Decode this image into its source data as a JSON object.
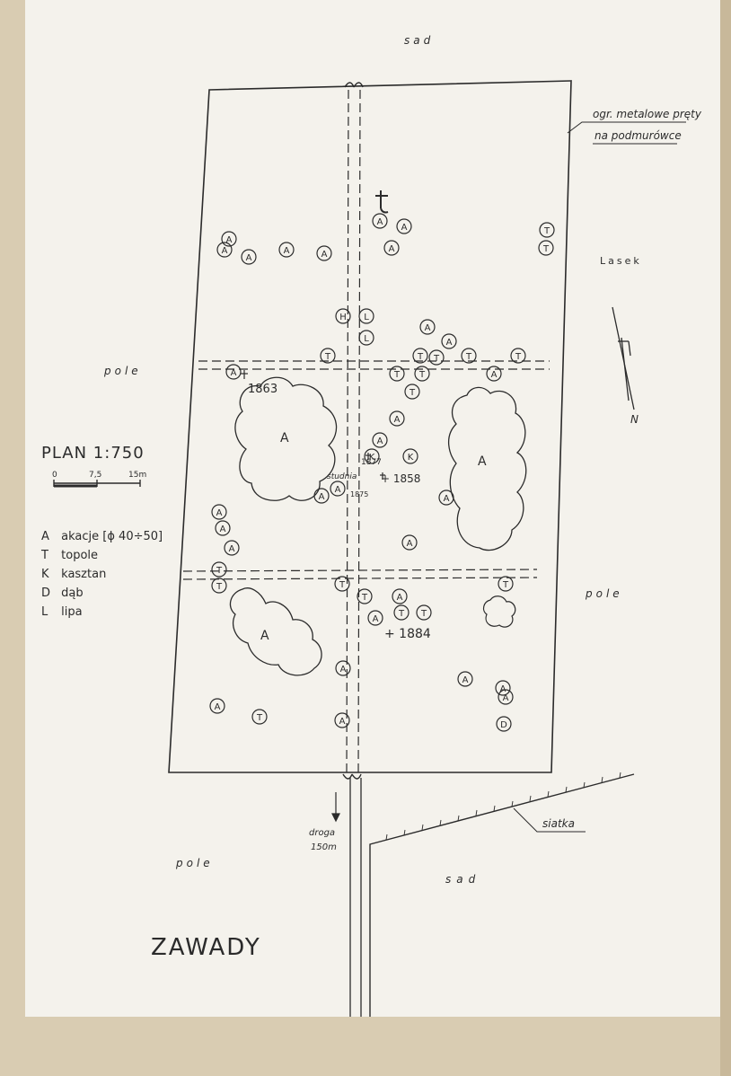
{
  "title": "ZAWADY",
  "plan_label": "PLAN 1:750",
  "scale_bar": {
    "ticks": [
      "0",
      "7,5",
      "15m"
    ]
  },
  "legend": [
    {
      "code": "A",
      "text": "akacje [ϕ 40÷50]"
    },
    {
      "code": "T",
      "text": "topole"
    },
    {
      "code": "K",
      "text": "kasztan"
    },
    {
      "code": "D",
      "text": "dąb"
    },
    {
      "code": "L",
      "text": "lipa"
    }
  ],
  "surroundings": {
    "top": "sad",
    "right_upper": "Lasek",
    "left_upper": "pole",
    "right_lower": "pole",
    "left_lower": "pole",
    "bottom_right": "sad"
  },
  "annotations": {
    "fence": "ogr. metalowe pręty na podmurówce",
    "fence_line1": "ogr. metalowe pręty",
    "fence_line2": "na podmurówce",
    "siatka": "siatka",
    "road_line1": "droga",
    "road_line2": "150m",
    "well": "studnia",
    "north": "N",
    "grave_dates": [
      "1863",
      "1877",
      "1858",
      "1875",
      "1884"
    ],
    "date_1863": "1863",
    "date_1877": "1877",
    "date_1858": "+ 1858",
    "date_1875": "1875",
    "date_1884": "+ 1884"
  },
  "tree_groups": [
    "A",
    "A",
    "A"
  ],
  "trees": [
    {
      "t": "A"
    },
    {
      "t": "A"
    },
    {
      "t": "A"
    },
    {
      "t": "A"
    },
    {
      "t": "A"
    },
    {
      "t": "A"
    },
    {
      "t": "A"
    },
    {
      "t": "A"
    },
    {
      "t": "T"
    },
    {
      "t": "T"
    },
    {
      "t": "H"
    },
    {
      "t": "L"
    },
    {
      "t": "L"
    },
    {
      "t": "A"
    },
    {
      "t": "A"
    },
    {
      "t": "T"
    },
    {
      "t": "T"
    },
    {
      "t": "T"
    },
    {
      "t": "T"
    },
    {
      "t": "T"
    },
    {
      "t": "T"
    },
    {
      "t": "A"
    },
    {
      "t": "T"
    },
    {
      "t": "A"
    },
    {
      "t": "T"
    },
    {
      "t": "A"
    },
    {
      "t": "A"
    },
    {
      "t": "K"
    },
    {
      "t": "K"
    },
    {
      "t": "A"
    },
    {
      "t": "A"
    },
    {
      "t": "A"
    },
    {
      "t": "A"
    },
    {
      "t": "A"
    },
    {
      "t": "A"
    },
    {
      "t": "A"
    },
    {
      "t": "T"
    },
    {
      "t": "T"
    },
    {
      "t": "T"
    },
    {
      "t": "T"
    },
    {
      "t": "A"
    },
    {
      "t": "T"
    },
    {
      "t": "T"
    },
    {
      "t": "T"
    },
    {
      "t": "A"
    },
    {
      "t": "A"
    },
    {
      "t": "A"
    },
    {
      "t": "A"
    },
    {
      "t": "T"
    },
    {
      "t": "A"
    },
    {
      "t": "A"
    },
    {
      "t": "A"
    },
    {
      "t": "D"
    }
  ]
}
